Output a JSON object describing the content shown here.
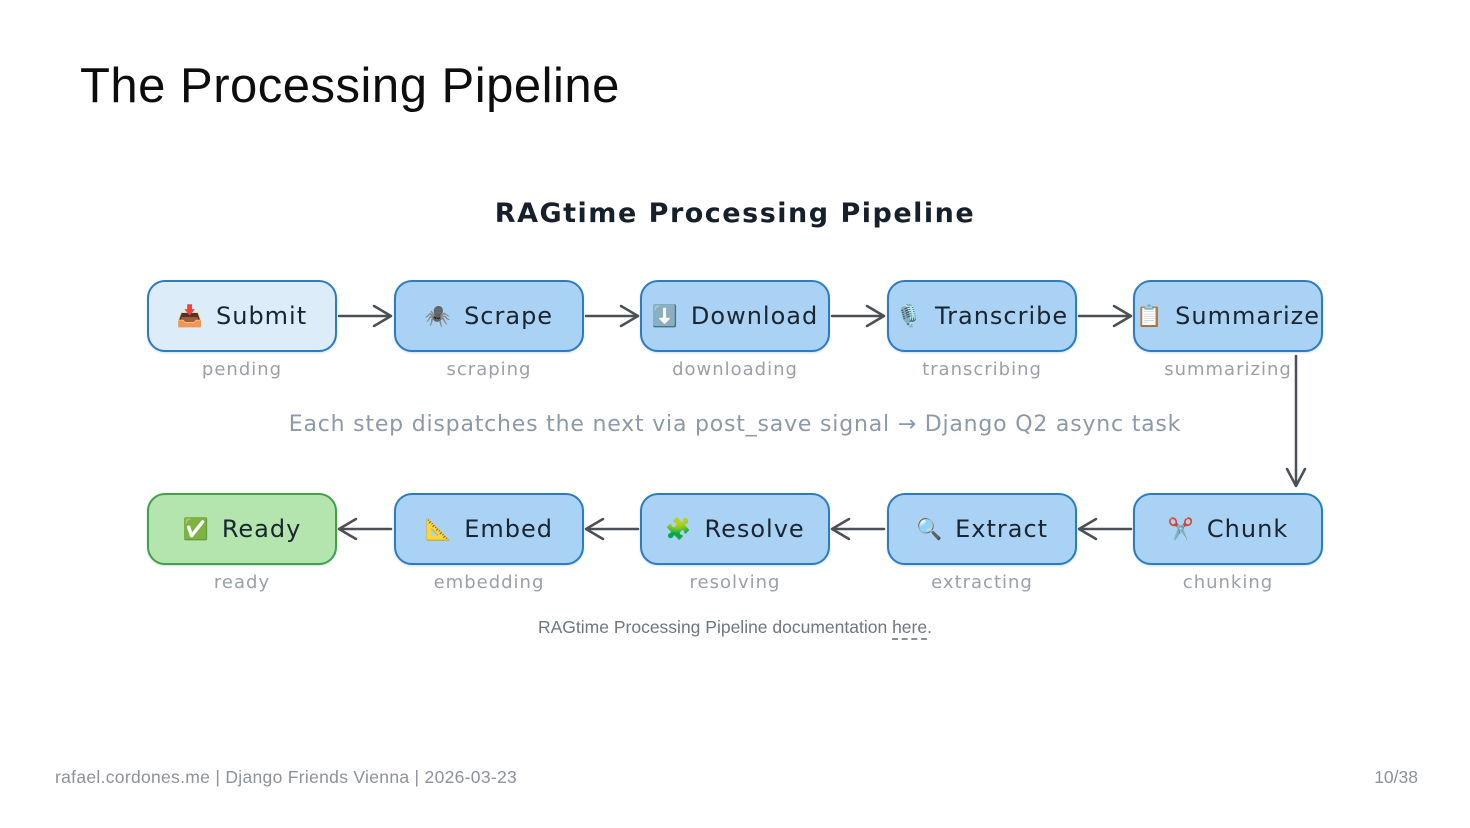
{
  "slide": {
    "title": "The Processing Pipeline",
    "footer_left": "rafael.cordones.me | Django Friends Vienna | 2026-03-23",
    "footer_page": "10/38"
  },
  "diagram": {
    "title": "RAGtime Processing Pipeline",
    "annotation": "Each step dispatches the next via post_save signal → Django Q2 async task",
    "caption": {
      "before": "RAGtime Processing Pipeline documentation ",
      "link": "here",
      "after": "."
    },
    "colors": {
      "node_fill": "#a9d2f4",
      "node_border": "#2b7cc1",
      "node_fill_pending": "#ddecf9",
      "ready_fill": "#b4e5af",
      "ready_border": "#42a047",
      "arrow": "#4a5056",
      "status_text": "#9aa0a6",
      "annotation_text": "#8d99a6"
    },
    "top_row": [
      {
        "icon": "📥",
        "icon_name": "inbox-tray-icon",
        "label": "Submit",
        "status": "pending"
      },
      {
        "icon": "🕷️",
        "icon_name": "spider-icon",
        "label": "Scrape",
        "status": "scraping"
      },
      {
        "icon": "⬇️",
        "icon_name": "down-arrow-button-icon",
        "label": "Download",
        "status": "downloading"
      },
      {
        "icon": "🎙️",
        "icon_name": "studio-microphone-icon",
        "label": "Transcribe",
        "status": "transcribing"
      },
      {
        "icon": "📋",
        "icon_name": "clipboard-icon",
        "label": "Summarize",
        "status": "summarizing"
      }
    ],
    "bottom_row": [
      {
        "icon": "✅",
        "icon_name": "check-mark-button-icon",
        "label": "Ready",
        "status": "ready"
      },
      {
        "icon": "📐",
        "icon_name": "triangular-ruler-icon",
        "label": "Embed",
        "status": "embedding"
      },
      {
        "icon": "🧩",
        "icon_name": "puzzle-piece-icon",
        "label": "Resolve",
        "status": "resolving"
      },
      {
        "icon": "🔍",
        "icon_name": "magnifying-glass-icon",
        "label": "Extract",
        "status": "extracting"
      },
      {
        "icon": "✂️",
        "icon_name": "scissors-icon",
        "label": "Chunk",
        "status": "chunking"
      }
    ]
  }
}
